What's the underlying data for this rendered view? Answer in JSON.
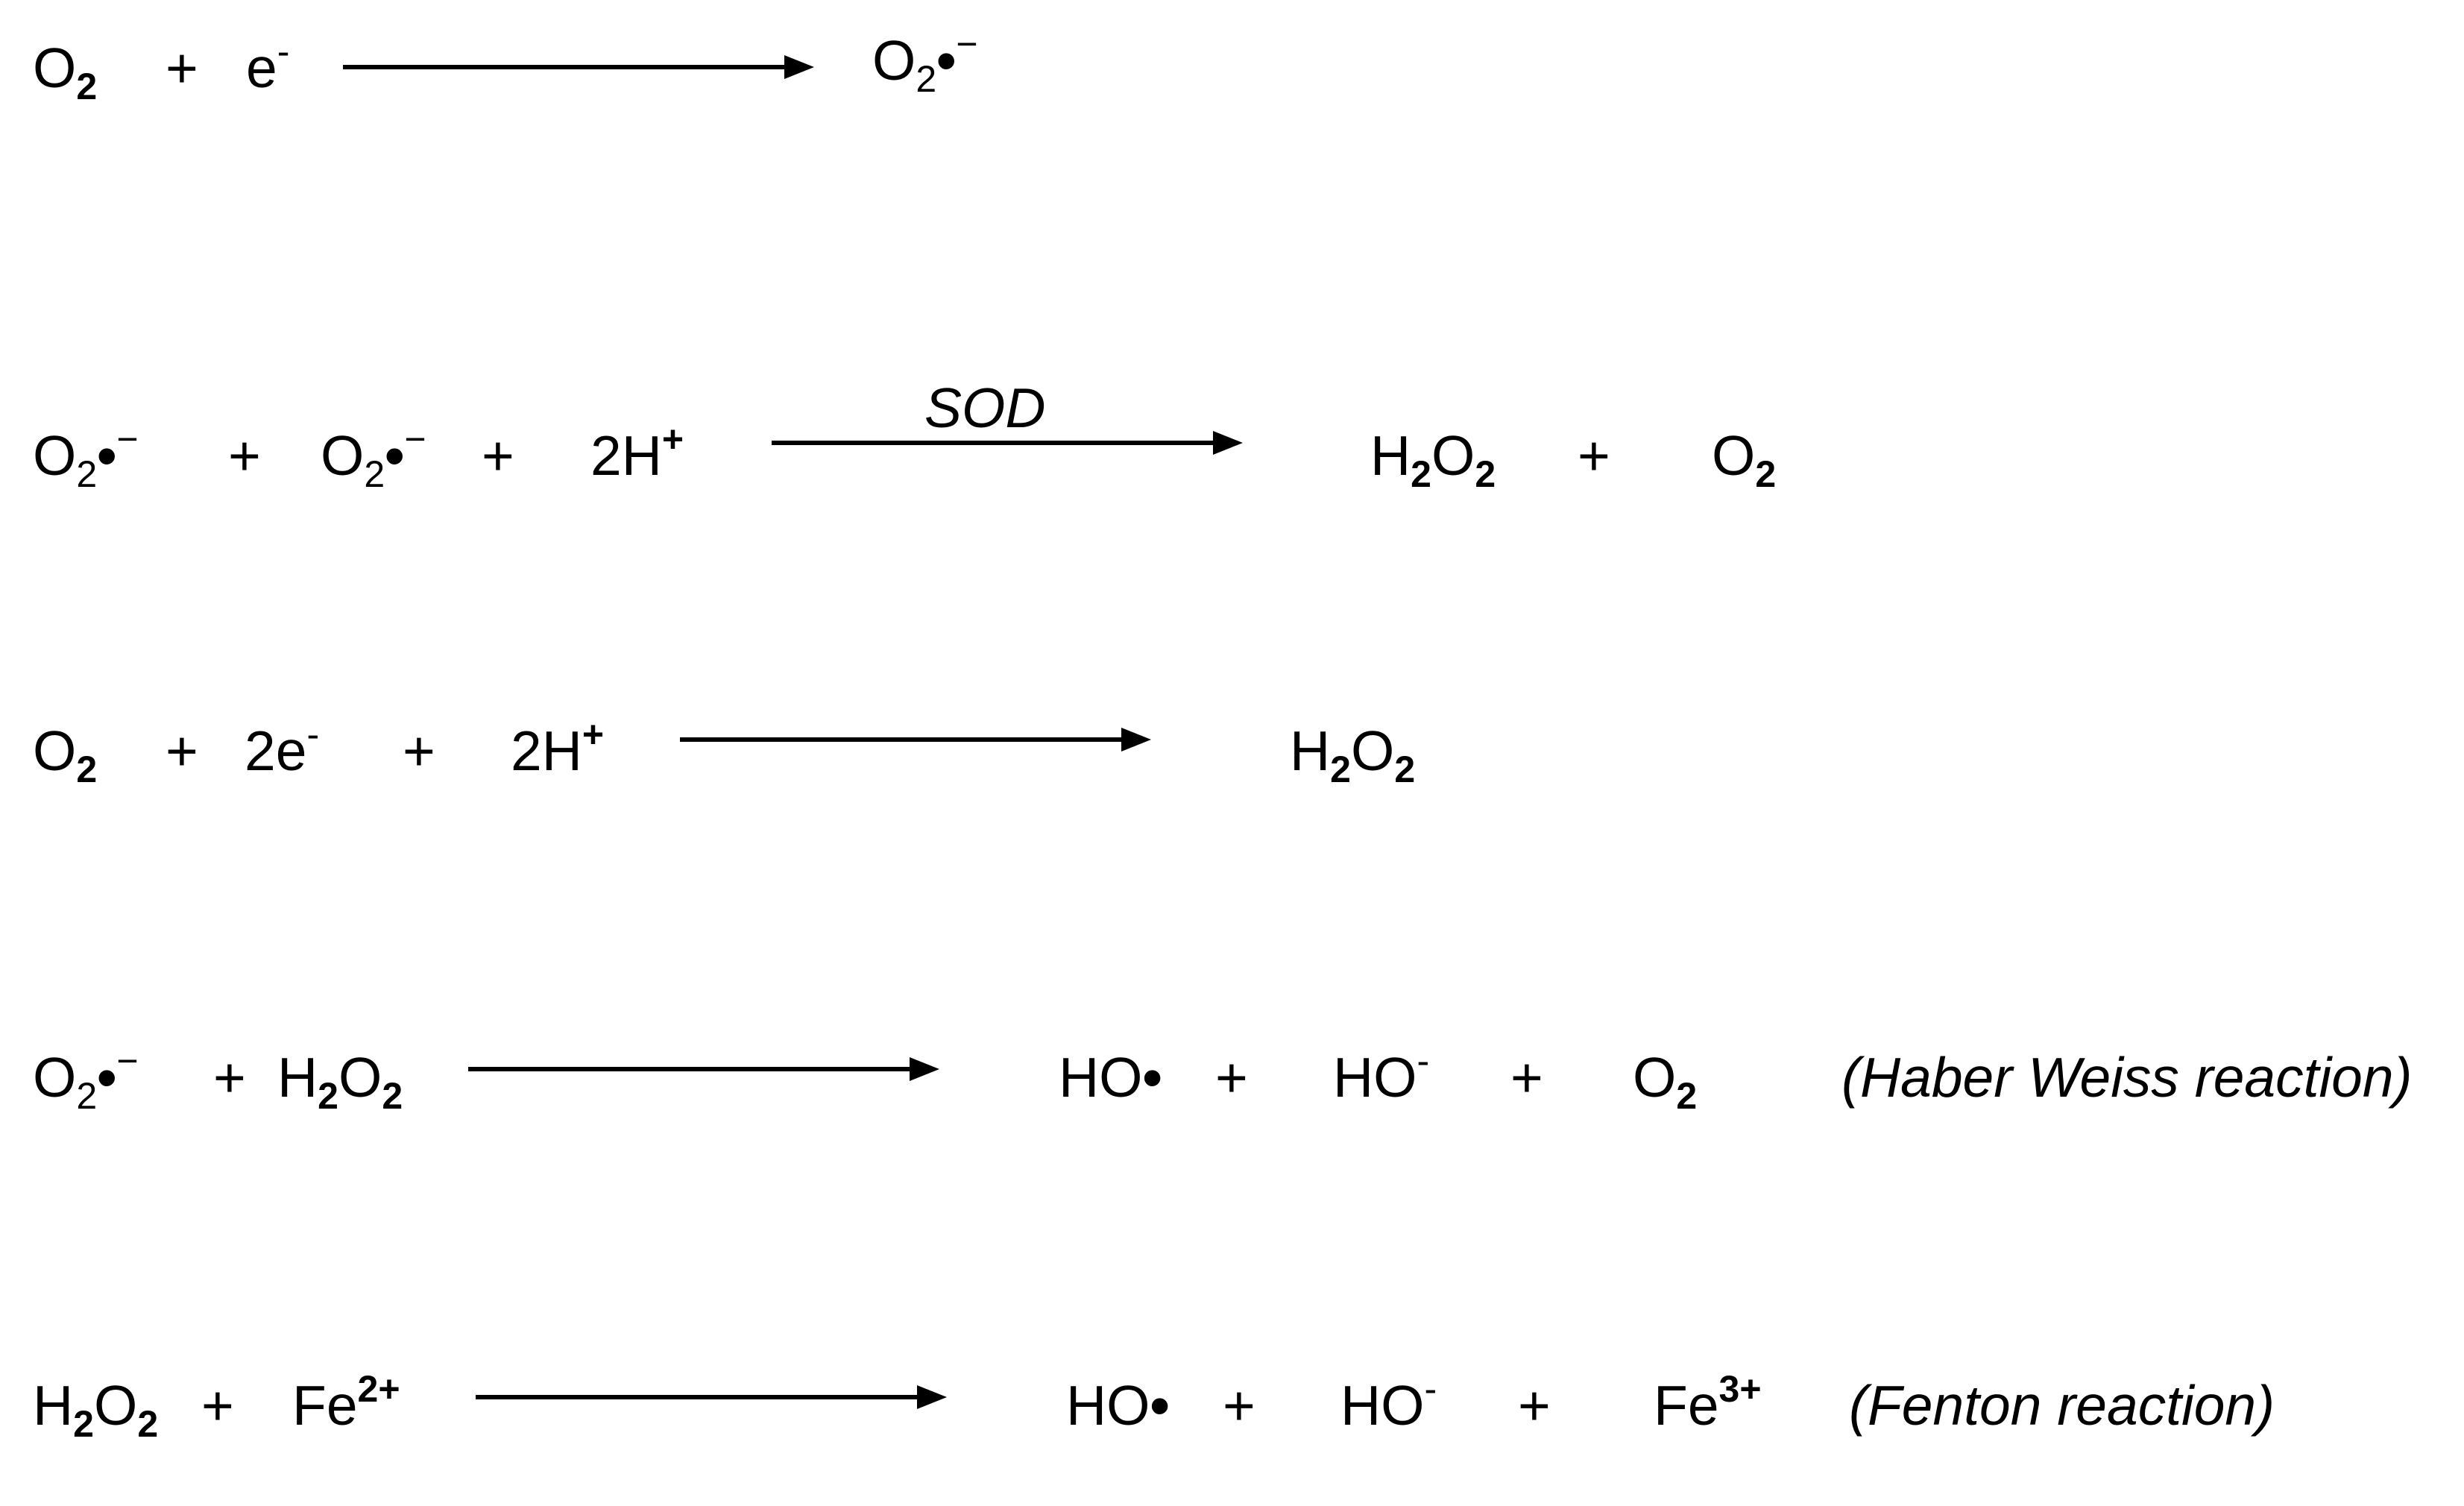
{
  "reactions": [
    {
      "id": "superoxide-formation",
      "lhs": [
        "O2",
        "e-"
      ],
      "rhs": [
        "O2•−"
      ],
      "arrow_label": "",
      "note": ""
    },
    {
      "id": "sod-dismutation",
      "lhs": [
        "O2•−",
        "O2•−",
        "2H+"
      ],
      "rhs": [
        "H2O2",
        "O2"
      ],
      "arrow_label": "SOD",
      "note": ""
    },
    {
      "id": "two-electron-reduction",
      "lhs": [
        "O2",
        "2e-",
        "2H+"
      ],
      "rhs": [
        "H2O2"
      ],
      "arrow_label": "",
      "note": ""
    },
    {
      "id": "haber-weiss",
      "lhs": [
        "O2•−",
        "H2O2"
      ],
      "rhs": [
        "HO•",
        "HO-",
        "O2"
      ],
      "arrow_label": "",
      "note": "(Haber Weiss reaction)"
    },
    {
      "id": "fenton",
      "lhs": [
        "H2O2",
        "Fe2+"
      ],
      "rhs": [
        "HO•",
        "HO-",
        "Fe3+"
      ],
      "arrow_label": "",
      "note": "(Fenton reaction)"
    }
  ],
  "plus_sign": "+",
  "colors": {
    "text": "#000000",
    "background": "#ffffff"
  }
}
